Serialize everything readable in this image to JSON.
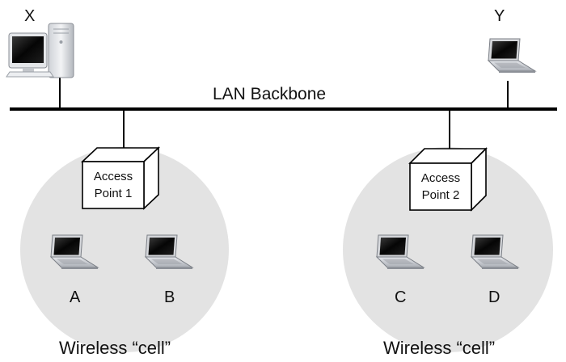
{
  "nodes": {
    "x_label": "X",
    "y_label": "Y",
    "a_label": "A",
    "b_label": "B",
    "c_label": "C",
    "d_label": "D"
  },
  "backbone": {
    "label": "LAN Backbone"
  },
  "access_points": [
    {
      "line1": "Access",
      "line2": "Point 1"
    },
    {
      "line1": "Access",
      "line2": "Point 2"
    }
  ],
  "cells": [
    {
      "caption": "Wireless “cell”"
    },
    {
      "caption": "Wireless “cell”"
    }
  ],
  "colors": {
    "cell_fill": "#e3e3e3",
    "line": "#000000",
    "laptop_screen": "#111111",
    "laptop_body": "#c9ccd2"
  },
  "icons": {
    "desktop": "desktop-computer-icon",
    "laptop": "laptop-icon"
  }
}
